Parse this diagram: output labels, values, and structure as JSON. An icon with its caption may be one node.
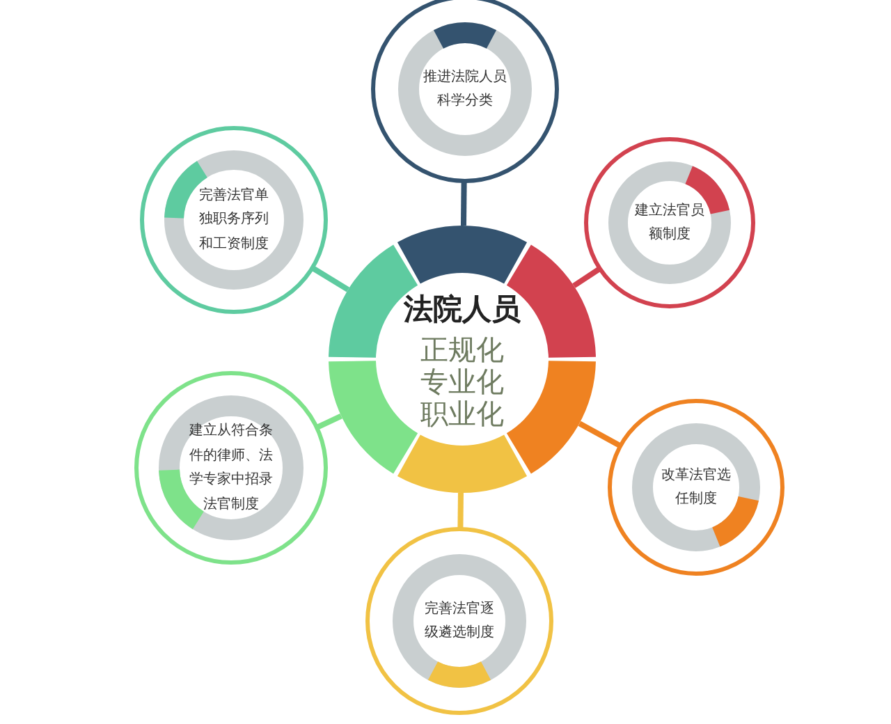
{
  "diagram": {
    "nodes": [
      {
        "text": [
          "法院人员",
          "正规化",
          "专业化",
          "职业化"
        ]
      },
      {
        "text": [
          "推进法院人员科学分类"
        ]
      },
      {
        "text": [
          "建立法官员额制度"
        ]
      },
      {
        "text": [
          "改革法官选任制度"
        ]
      },
      {
        "text": [
          "完善法官逐级遴选制度"
        ]
      },
      {
        "text": [
          "建立从符合条件的律师、法学专家中招录法官制度"
        ]
      },
      {
        "text": [
          "完善法官单独职务序列和工资制度"
        ]
      }
    ],
    "edges": [
      {
        "from": 0,
        "to": 1,
        "arrow": "none",
        "color": "#34536f"
      },
      {
        "from": 0,
        "to": 2,
        "arrow": "none",
        "color": "#d2424f"
      },
      {
        "from": 0,
        "to": 3,
        "arrow": "none",
        "color": "#ef8221"
      },
      {
        "from": 0,
        "to": 4,
        "arrow": "none",
        "color": "#f1c244"
      },
      {
        "from": 0,
        "to": 5,
        "arrow": "none",
        "color": "#7ee28a"
      },
      {
        "from": 0,
        "to": 6,
        "arrow": "none",
        "color": "#5ecba0"
      }
    ]
  }
}
